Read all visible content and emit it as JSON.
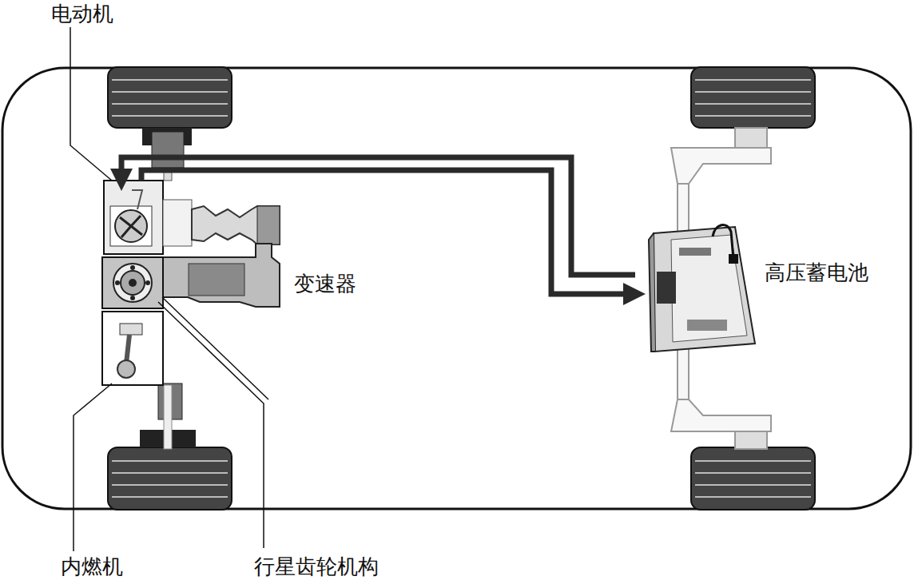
{
  "diagram": {
    "nodes": [
      {
        "text": [
          "电动机"
        ]
      },
      {
        "text": [
          "高压蓄电池"
        ]
      }
    ],
    "edges": [
      {
        "from": 1,
        "to": 0,
        "arrow": "to"
      },
      {
        "from": 0,
        "to": 1,
        "arrow": "to"
      }
    ],
    "labels": [
      "变速器",
      "内燃机",
      "行星齿轮机构"
    ]
  }
}
